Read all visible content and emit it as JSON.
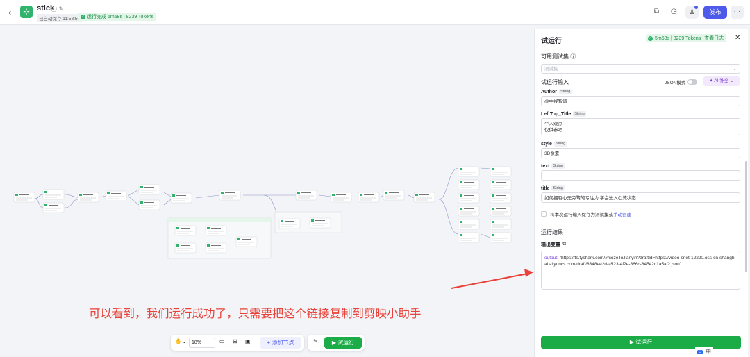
{
  "header": {
    "back_icon": "‹",
    "app_name": "stick",
    "title_icons": "ⓘ ✎",
    "autosave": "已自动保存 11:58:50",
    "run_status": "运行完成 5m58s | 8239 Tokens",
    "publish_label": "发布",
    "more_label": "···"
  },
  "canvas": {
    "zoom": "18%",
    "add_node_label": "添加节点",
    "run_label": "试运行",
    "annotation": "可以看到，我们运行成功了，只需要把这个链接复制到剪映小助手"
  },
  "panel": {
    "title": "试运行",
    "status": "5m58s | 8239 Tokens",
    "view_log": "查看日志",
    "close_icon": "✕",
    "test_set_label": "可用测试集",
    "test_set_placeholder": "测试集",
    "input_section": "试运行输入",
    "json_mode": "JSON模式",
    "ai_fill": "AI 补全",
    "fields": [
      {
        "name": "Author",
        "type": "String",
        "value": "@中视智谱"
      },
      {
        "name": "LeftTop_Title",
        "type": "String",
        "value": "个人观点\n仅供参考"
      },
      {
        "name": "style",
        "type": "String",
        "value": "3D像素"
      },
      {
        "name": "text",
        "type": "String",
        "value": ""
      },
      {
        "name": "title",
        "type": "String",
        "value": "如何拥有心无旁骛的专注力:学会进入心流状态"
      }
    ],
    "save_check_label": "将本次运行输入保存为测试集或",
    "manual_create": "手动创建",
    "result_section": "运行结果",
    "output_var_label": "输出变量",
    "output_key": "output",
    "output_value": ": \"https://ts.fyshark.com/#/cozeToJianyin?draftId=https://video-snot-12220.oss-cn-shanghai.aliyuncs.com/draft/8348ee2d-a523-4f2e-866c-84542c1a5af2.json\"",
    "run_button": "试运行"
  },
  "ime": {
    "badge": "S",
    "label": "中"
  },
  "colors": {
    "accent": "#4e5bea",
    "success": "#1cac47",
    "annotation": "#e8423a"
  }
}
